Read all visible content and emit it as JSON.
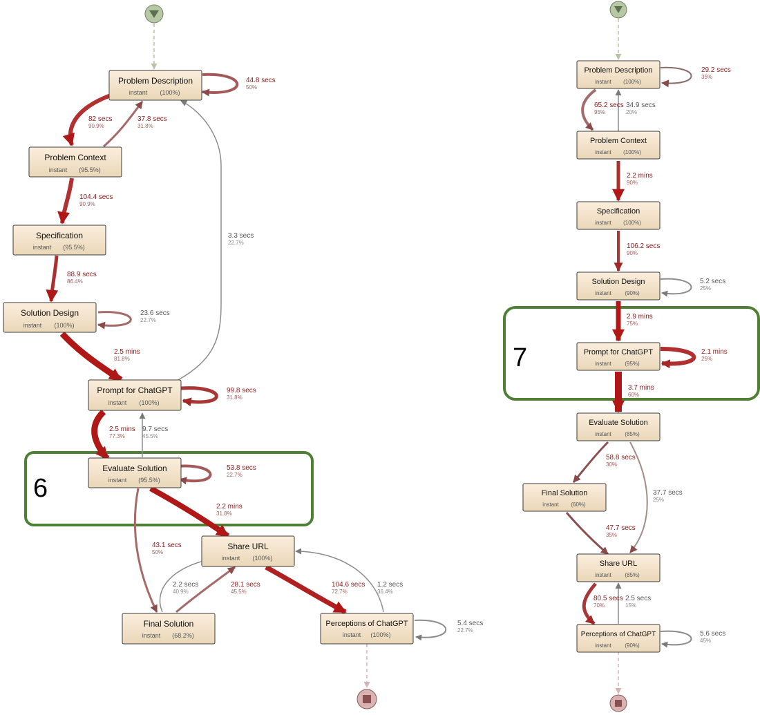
{
  "colors": {
    "node_fill_top": "#fbeedd",
    "node_fill_bottom": "#ead7b8",
    "highlight_box": "#4f7f35",
    "strong_edge": "#b01818",
    "medium_edge": "#8a4a4a",
    "weak_edge": "#8c8c8c",
    "start_node": "#b6c8a4",
    "end_node": "#c08a8a"
  },
  "left_map": {
    "callout": "6",
    "nodes": {
      "problem_description": {
        "name": "Problem Description",
        "sub": "instant",
        "pct": "(100%)"
      },
      "problem_context": {
        "name": "Problem Context",
        "sub": "instant",
        "pct": "(95.5%)"
      },
      "specification": {
        "name": "Specification",
        "sub": "instant",
        "pct": "(95.5%)"
      },
      "solution_design": {
        "name": "Solution Design",
        "sub": "instant",
        "pct": "(100%)"
      },
      "prompt": {
        "name": "Prompt for ChatGPT",
        "sub": "instant",
        "pct": "(100%)"
      },
      "evaluate": {
        "name": "Evaluate Solution",
        "sub": "instant",
        "pct": "(95.5%)"
      },
      "share_url": {
        "name": "Share URL",
        "sub": "instant",
        "pct": "(100%)"
      },
      "final_solution": {
        "name": "Final Solution",
        "sub": "instant",
        "pct": "(68.2%)"
      },
      "perceptions": {
        "name": "Perceptions of ChatGPT",
        "sub": "instant",
        "pct": "(100%)"
      }
    },
    "edges": {
      "pd_loop": {
        "time": "44.8 secs",
        "pct": "50%"
      },
      "pd_pc": {
        "time": "82 secs",
        "pct": "90.9%"
      },
      "pc_pd": {
        "time": "37.8 secs",
        "pct": "31.8%"
      },
      "pc_spec": {
        "time": "104.4 secs",
        "pct": "90.9%"
      },
      "spec_sd": {
        "time": "88.9 secs",
        "pct": "86.4%"
      },
      "sd_loop": {
        "time": "23.6 secs",
        "pct": "22.7%"
      },
      "sd_prompt": {
        "time": "2.5 mins",
        "pct": "81.8%"
      },
      "prompt_pd": {
        "time": "3.3 secs",
        "pct": "22.7%"
      },
      "prompt_loop": {
        "time": "99.8 secs",
        "pct": "31.8%"
      },
      "prompt_eval": {
        "time": "2.5 mins",
        "pct": "77.3%"
      },
      "eval_prompt": {
        "time": "9.7 secs",
        "pct": "45.5%"
      },
      "eval_loop": {
        "time": "53.8 secs",
        "pct": "22.7%"
      },
      "eval_share": {
        "time": "2.2 mins",
        "pct": "31.8%"
      },
      "eval_final": {
        "time": "43.1 secs",
        "pct": "50%"
      },
      "final_share_a": {
        "time": "2.2 secs",
        "pct": "40.9%"
      },
      "final_share_b": {
        "time": "28.1 secs",
        "pct": "45.5%"
      },
      "share_perc": {
        "time": "104.6 secs",
        "pct": "72.7%"
      },
      "perc_share": {
        "time": "1.2 secs",
        "pct": "36.4%"
      },
      "perc_loop": {
        "time": "5.4 secs",
        "pct": "22.7%"
      }
    }
  },
  "right_map": {
    "callout": "7",
    "nodes": {
      "problem_description": {
        "name": "Problem Description",
        "sub": "instant",
        "pct": "(100%)"
      },
      "problem_context": {
        "name": "Problem Context",
        "sub": "instant",
        "pct": "(100%)"
      },
      "specification": {
        "name": "Specification",
        "sub": "instant",
        "pct": "(100%)"
      },
      "solution_design": {
        "name": "Solution Design",
        "sub": "instant",
        "pct": "(90%)"
      },
      "prompt": {
        "name": "Prompt for ChatGPT",
        "sub": "instant",
        "pct": "(95%)"
      },
      "evaluate": {
        "name": "Evaluate Solution",
        "sub": "instant",
        "pct": "(85%)"
      },
      "final_solution": {
        "name": "Final Solution",
        "sub": "instant",
        "pct": "(60%)"
      },
      "share_url": {
        "name": "Share URL",
        "sub": "instant",
        "pct": "(85%)"
      },
      "perceptions": {
        "name": "Perceptions of ChatGPT",
        "sub": "instant",
        "pct": "(90%)"
      }
    },
    "edges": {
      "pd_loop": {
        "time": "29.2 secs",
        "pct": "35%"
      },
      "pd_pc": {
        "time": "65.2 secs",
        "pct": "95%"
      },
      "pc_pd": {
        "time": "34.9 secs",
        "pct": "20%"
      },
      "pc_spec": {
        "time": "2.2 mins",
        "pct": "90%"
      },
      "spec_sd": {
        "time": "106.2 secs",
        "pct": "90%"
      },
      "sd_loop": {
        "time": "5.2 secs",
        "pct": "25%"
      },
      "sd_prompt": {
        "time": "2.9 mins",
        "pct": "75%"
      },
      "prompt_loop": {
        "time": "2.1 mins",
        "pct": "25%"
      },
      "prompt_eval": {
        "time": "3.7 mins",
        "pct": "60%"
      },
      "eval_final": {
        "time": "58.8 secs",
        "pct": "30%"
      },
      "eval_share": {
        "time": "37.7 secs",
        "pct": "25%"
      },
      "final_share": {
        "time": "47.7 secs",
        "pct": "35%"
      },
      "share_perc": {
        "time": "80.5 secs",
        "pct": "70%"
      },
      "perc_share": {
        "time": "2.5 secs",
        "pct": "15%"
      },
      "perc_loop": {
        "time": "5.6 secs",
        "pct": "45%"
      }
    }
  }
}
